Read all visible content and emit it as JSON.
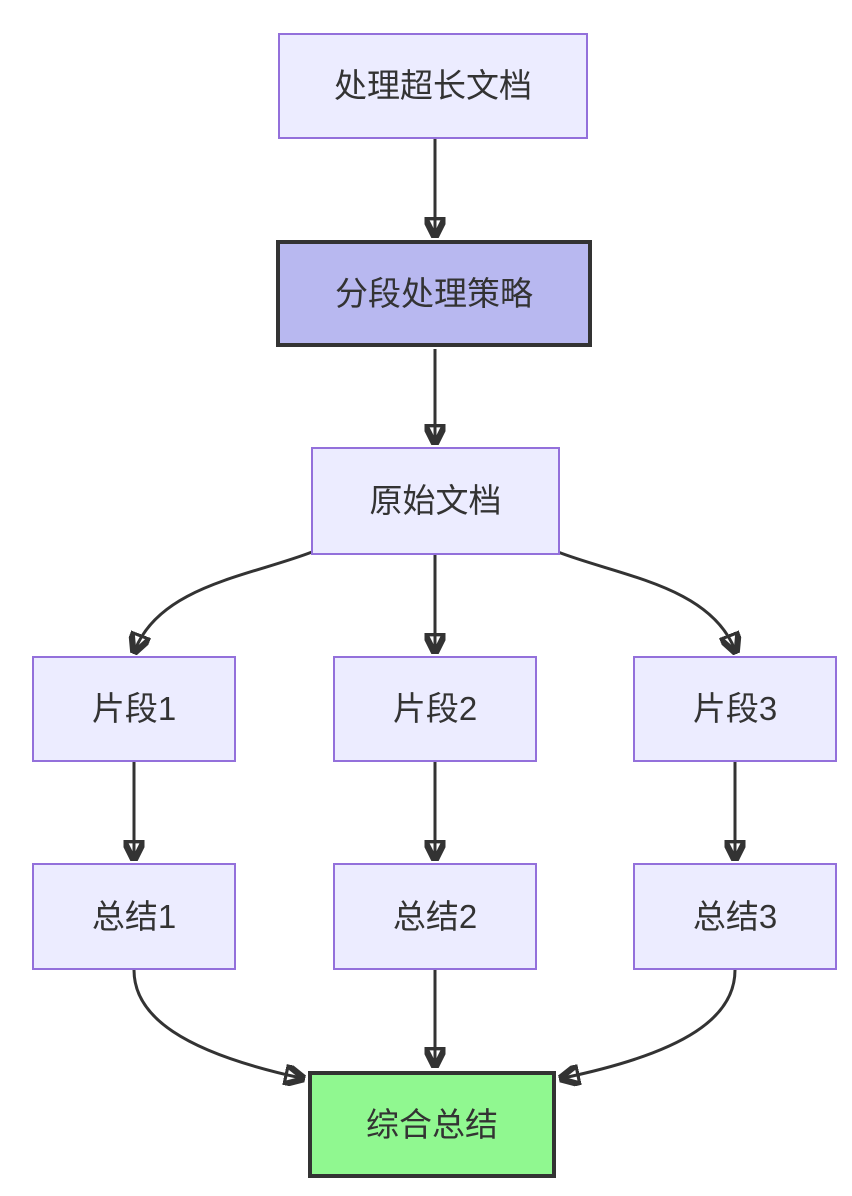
{
  "diagram": {
    "type": "flowchart",
    "direction": "top-down",
    "nodes": [
      {
        "id": "A",
        "label": "处理超长文档",
        "style": "plain"
      },
      {
        "id": "B",
        "label": "分段处理策略",
        "style": "accent"
      },
      {
        "id": "C",
        "label": "原始文档",
        "style": "plain"
      },
      {
        "id": "D1",
        "label": "片段1",
        "style": "plain"
      },
      {
        "id": "D2",
        "label": "片段2",
        "style": "plain"
      },
      {
        "id": "D3",
        "label": "片段3",
        "style": "plain"
      },
      {
        "id": "E1",
        "label": "总结1",
        "style": "plain"
      },
      {
        "id": "E2",
        "label": "总结2",
        "style": "plain"
      },
      {
        "id": "E3",
        "label": "总结3",
        "style": "plain"
      },
      {
        "id": "F",
        "label": "综合总结",
        "style": "result"
      }
    ],
    "edges": [
      {
        "from": "A",
        "to": "B"
      },
      {
        "from": "B",
        "to": "C"
      },
      {
        "from": "C",
        "to": "D1"
      },
      {
        "from": "C",
        "to": "D2"
      },
      {
        "from": "C",
        "to": "D3"
      },
      {
        "from": "D1",
        "to": "E1"
      },
      {
        "from": "D2",
        "to": "E2"
      },
      {
        "from": "D3",
        "to": "E3"
      },
      {
        "from": "E1",
        "to": "F"
      },
      {
        "from": "E2",
        "to": "F"
      },
      {
        "from": "E3",
        "to": "F"
      }
    ],
    "colors": {
      "plain_fill": "#ECECFF",
      "plain_border": "#9370DB",
      "accent_fill": "#b8b8f0",
      "accent_border": "#333333",
      "result_fill": "#90f890",
      "result_border": "#333333",
      "edge": "#333333",
      "text": "#333333",
      "background": "#ffffff"
    }
  }
}
